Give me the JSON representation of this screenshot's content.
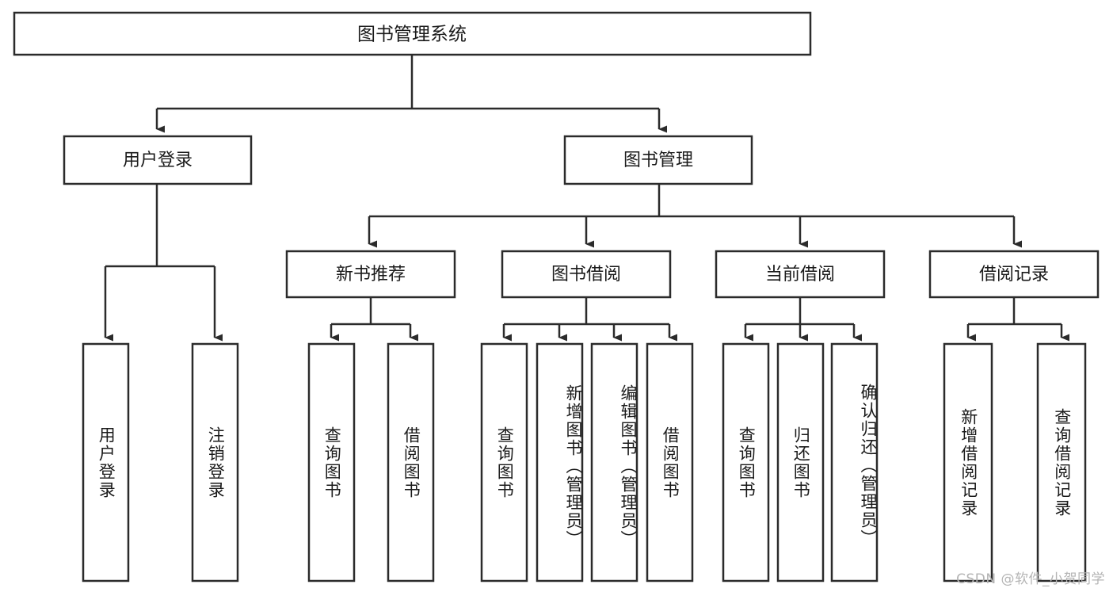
{
  "diagram": {
    "title_node": {
      "label": "图书管理系统"
    },
    "level2": [
      {
        "id": "user-login",
        "label": "用户登录"
      },
      {
        "id": "book-management",
        "label": "图书管理"
      }
    ],
    "level3": [
      {
        "id": "new-book-recommend",
        "label": "新书推荐"
      },
      {
        "id": "book-borrow",
        "label": "图书借阅"
      },
      {
        "id": "current-borrow",
        "label": "当前借阅"
      },
      {
        "id": "borrow-record",
        "label": "借阅记录"
      }
    ],
    "leaves": {
      "user-login": [
        {
          "id": "leaf-user-login",
          "label": "用户登录"
        },
        {
          "id": "leaf-logout-login",
          "label": "注销登录"
        }
      ],
      "new-book-recommend": [
        {
          "id": "leaf-query-book-1",
          "label": "查询图书"
        },
        {
          "id": "leaf-borrow-book-1",
          "label": "借阅图书"
        }
      ],
      "book-borrow": [
        {
          "id": "leaf-query-book-2",
          "label": "查询图书"
        },
        {
          "id": "leaf-add-book",
          "label": "新增图书（管理员）"
        },
        {
          "id": "leaf-edit-book",
          "label": "编辑图书（管理员）"
        },
        {
          "id": "leaf-borrow-book-2",
          "label": "借阅图书"
        }
      ],
      "current-borrow": [
        {
          "id": "leaf-query-book-3",
          "label": "查询图书"
        },
        {
          "id": "leaf-return-book",
          "label": "归还图书"
        },
        {
          "id": "leaf-confirm-return",
          "label": "确认归还（管理员）"
        }
      ],
      "borrow-record": [
        {
          "id": "leaf-add-borrow-record",
          "label": "新增借阅记录"
        },
        {
          "id": "leaf-query-borrow-record",
          "label": "查询借阅记录"
        }
      ]
    }
  },
  "watermark": {
    "text": "CSDN @软件_小贺同学"
  },
  "colors": {
    "stroke": "#2b2b2b",
    "box_fill": "#ffffff",
    "text": "#1a1a1a",
    "watermark": "#b4b4b4",
    "background": "#ffffff"
  }
}
